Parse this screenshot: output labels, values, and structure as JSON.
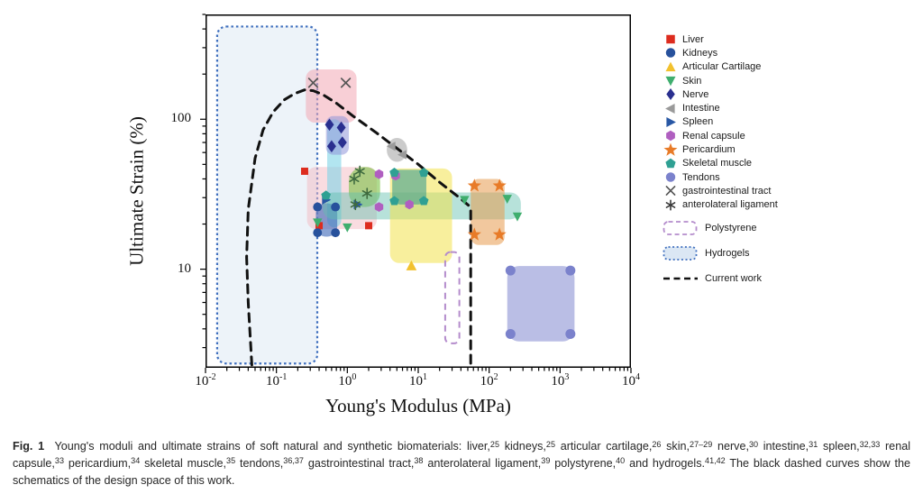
{
  "figure": {
    "caption_parts": [
      {
        "text": "Fig. 1",
        "bold": true
      },
      {
        "text": "  Young's moduli and ultimate strains of soft natural and synthetic biomaterials: liver,"
      },
      {
        "text": "25",
        "sup": true
      },
      {
        "text": " kidneys,"
      },
      {
        "text": "25",
        "sup": true
      },
      {
        "text": " articular cartilage,"
      },
      {
        "text": "26",
        "sup": true
      },
      {
        "text": " skin,"
      },
      {
        "text": "27–29",
        "sup": true
      },
      {
        "text": " nerve,"
      },
      {
        "text": "30",
        "sup": true
      },
      {
        "text": " intestine,"
      },
      {
        "text": "31",
        "sup": true
      },
      {
        "text": " spleen,"
      },
      {
        "text": "32,33",
        "sup": true
      },
      {
        "text": " renal capsule,"
      },
      {
        "text": "33",
        "sup": true
      },
      {
        "text": " pericardium,"
      },
      {
        "text": "34",
        "sup": true
      },
      {
        "text": " skeletal muscle,"
      },
      {
        "text": "35",
        "sup": true
      },
      {
        "text": " tendons,"
      },
      {
        "text": "36,37",
        "sup": true
      },
      {
        "text": " gastrointestinal tract,"
      },
      {
        "text": "38",
        "sup": true
      },
      {
        "text": " anterolateral ligament,"
      },
      {
        "text": "39",
        "sup": true
      },
      {
        "text": " polystyrene,"
      },
      {
        "text": "40",
        "sup": true
      },
      {
        "text": " and hydrogels."
      },
      {
        "text": "41,42",
        "sup": true
      },
      {
        "text": " The black dashed curves show the schematics of the design space of this work."
      }
    ]
  },
  "chart_data": {
    "type": "scatter",
    "title": "",
    "xlabel": "Young's Modulus (MPa)",
    "ylabel": "Ultimate Strain (%)",
    "x_scale": "log",
    "y_scale": "log",
    "xlim": [
      0.01,
      10000
    ],
    "ylim": [
      2.2,
      500
    ],
    "x_log_range": [
      -2,
      4
    ],
    "x_tick_exponents": [
      "-2",
      "-1",
      "0",
      "1",
      "2",
      "3",
      "4"
    ],
    "y_ticks": [
      100,
      10
    ],
    "grid": false,
    "legend_position": "right",
    "legend": {
      "items": [
        {
          "label": "Liver",
          "marker": "square",
          "color": "#dd2c1e"
        },
        {
          "label": "Kidneys",
          "marker": "circle",
          "color": "#27519c"
        },
        {
          "label": "Articular Cartilage",
          "marker": "triangle-up",
          "color": "#f2c12e"
        },
        {
          "label": "Skin",
          "marker": "triangle-down",
          "color": "#3fae6e"
        },
        {
          "label": "Nerve",
          "marker": "diamond",
          "color": "#2a2f8f"
        },
        {
          "label": "Intestine",
          "marker": "triangle-left",
          "color": "#9a9a9a"
        },
        {
          "label": "Spleen",
          "marker": "triangle-right",
          "color": "#2857a4"
        },
        {
          "label": "Renal capsule",
          "marker": "hexagon",
          "color": "#b05fc0"
        },
        {
          "label": "Pericardium",
          "marker": "star",
          "color": "#e87b28"
        },
        {
          "label": "Skeletal muscle",
          "marker": "pentagon",
          "color": "#2fa093"
        },
        {
          "label": "Tendons",
          "marker": "circle",
          "color": "#7b82cc"
        },
        {
          "label": "gastrointestinal tract",
          "marker": "cross",
          "color": "#555555"
        },
        {
          "label": "anterolateral ligament",
          "marker": "asterisk",
          "color": "#3a3a3a"
        }
      ],
      "special": [
        {
          "label": "Polystyrene",
          "swatch": "dashed-rect",
          "stroke": "#b48ccc",
          "fill": "none"
        },
        {
          "label": "Hydrogels",
          "swatch": "dotted-rect",
          "stroke": "#3f6fbe",
          "fill": "#dbe7f4"
        },
        {
          "label": "Current work",
          "swatch": "dash-line",
          "stroke": "#111111"
        }
      ]
    },
    "regions": [
      {
        "name": "hydrogels",
        "x": [
          0.0146,
          0.377
        ],
        "y": [
          2.35,
          415
        ],
        "fill": "#dbe7f4",
        "opacity": 0.5,
        "stroke": "#3f6fbe",
        "stroke_style": "dotted",
        "stroke_width": 2.2,
        "rx": 10
      },
      {
        "name": "gastrointestinal-tract",
        "x": [
          0.26,
          1.35
        ],
        "y": [
          95,
          215
        ],
        "fill": "#f2a8b4",
        "opacity": 0.55,
        "rx": 10
      },
      {
        "name": "liver",
        "x": [
          0.27,
          2.6
        ],
        "y": [
          18.5,
          48
        ],
        "fill": "#f4b9c2",
        "opacity": 0.5,
        "rx": 10
      },
      {
        "name": "cyan-column",
        "x": [
          0.52,
          0.82
        ],
        "y": [
          19,
          100
        ],
        "fill": "#7fd4e6",
        "opacity": 0.6,
        "rx": 8
      },
      {
        "name": "nerve",
        "x": [
          0.5,
          1.05
        ],
        "y": [
          58,
          105
        ],
        "fill": "#8f96d8",
        "opacity": 0.55,
        "rx": 8
      },
      {
        "name": "kidneys",
        "x": [
          0.36,
          0.72
        ],
        "y": [
          16.5,
          27.5
        ],
        "fill": "#3a66b8",
        "opacity": 0.6,
        "rx": 11
      },
      {
        "name": "anterolateral-ligament",
        "x": [
          1.05,
          2.9
        ],
        "y": [
          26,
          48
        ],
        "fill": "#79c143",
        "opacity": 0.6,
        "rx": 16
      },
      {
        "name": "skin-band",
        "x": [
          0.45,
          280
        ],
        "y": [
          21.5,
          32.5
        ],
        "fill": "#5fbfae",
        "opacity": 0.45,
        "rx": 12
      },
      {
        "name": "intestine",
        "shape": "ellipse",
        "x": [
          3.6,
          7
        ],
        "y": [
          52,
          75
        ],
        "fill": "#a8a8a8",
        "opacity": 0.6
      },
      {
        "name": "articular-cartilage",
        "x": [
          4,
          30
        ],
        "y": [
          11,
          47
        ],
        "fill": "#f3e14c",
        "opacity": 0.55,
        "rx": 10
      },
      {
        "name": "skeletal-muscle",
        "x": [
          4.3,
          13
        ],
        "y": [
          27,
          46
        ],
        "fill": "#3f9e8f",
        "opacity": 0.6,
        "rx": 9
      },
      {
        "name": "pericardium",
        "x": [
          55,
          165
        ],
        "y": [
          14.5,
          40
        ],
        "fill": "#e89a4f",
        "opacity": 0.55,
        "rx": 9
      },
      {
        "name": "tendons",
        "x": [
          180,
          1600
        ],
        "y": [
          3.3,
          10.5
        ],
        "fill": "#8289d0",
        "opacity": 0.55,
        "rx": 13
      },
      {
        "name": "polystyrene",
        "x": [
          24,
          38
        ],
        "y": [
          3.2,
          13
        ],
        "fill": "none",
        "opacity": 1,
        "stroke": "#b48ccc",
        "stroke_style": "dashed",
        "stroke_width": 2,
        "rx": 6
      }
    ],
    "markers": [
      {
        "name": "liver",
        "type": "square",
        "color": "#dd2c1e",
        "size": 8,
        "points": [
          [
            0.25,
            45
          ],
          [
            0.4,
            19.5
          ],
          [
            2.0,
            19.5
          ]
        ]
      },
      {
        "name": "kidneys",
        "type": "circle",
        "color": "#27519c",
        "size": 9,
        "points": [
          [
            0.38,
            26
          ],
          [
            0.68,
            26
          ],
          [
            0.38,
            17.5
          ],
          [
            0.68,
            17.5
          ]
        ]
      },
      {
        "name": "articular-cartilage",
        "type": "triangle-up",
        "color": "#f2c12e",
        "size": 10,
        "points": [
          [
            8,
            10.5
          ]
        ]
      },
      {
        "name": "skin",
        "type": "triangle-down",
        "color": "#3fae6e",
        "size": 9,
        "points": [
          [
            0.38,
            20.5
          ],
          [
            1.0,
            19
          ],
          [
            45,
            29
          ],
          [
            180,
            29.5
          ],
          [
            250,
            22.5
          ]
        ]
      },
      {
        "name": "nerve",
        "type": "diamond",
        "color": "#2a2f8f",
        "size": 10,
        "points": [
          [
            0.56,
            92
          ],
          [
            0.82,
            88
          ],
          [
            0.6,
            66
          ],
          [
            0.85,
            70
          ]
        ]
      },
      {
        "name": "intestine",
        "type": "triangle-left",
        "color": "#9a9a9a",
        "size": 9,
        "points": [
          [
            4.2,
            66
          ],
          [
            6,
            58
          ]
        ]
      },
      {
        "name": "spleen",
        "type": "triangle-right",
        "color": "#2857a4",
        "size": 9,
        "points": [
          [
            0.5,
            29
          ],
          [
            1.4,
            27
          ]
        ]
      },
      {
        "name": "renal-capsule",
        "type": "hexagon",
        "color": "#b05fc0",
        "size": 9,
        "points": [
          [
            2.8,
            43
          ],
          [
            2.8,
            26
          ],
          [
            4.8,
            42
          ],
          [
            7.5,
            27
          ]
        ]
      },
      {
        "name": "pericardium",
        "type": "star",
        "color": "#e87b28",
        "size": 11,
        "points": [
          [
            62,
            36
          ],
          [
            140,
            36
          ],
          [
            62,
            17
          ],
          [
            140,
            17
          ]
        ]
      },
      {
        "name": "skeletal-muscle",
        "type": "pentagon",
        "color": "#2fa093",
        "size": 9,
        "points": [
          [
            4.6,
            44
          ],
          [
            12,
            44
          ],
          [
            4.6,
            28.5
          ],
          [
            12,
            28.5
          ],
          [
            0.5,
            31
          ]
        ]
      },
      {
        "name": "tendons",
        "type": "circle",
        "color": "#7b82cc",
        "size": 10,
        "points": [
          [
            200,
            9.8
          ],
          [
            1400,
            9.8
          ],
          [
            200,
            3.7
          ],
          [
            1400,
            3.7
          ]
        ]
      },
      {
        "name": "gastrointestinal-tract",
        "type": "cross",
        "color": "#555555",
        "size": 10,
        "points": [
          [
            0.33,
            175
          ],
          [
            0.95,
            175
          ]
        ]
      },
      {
        "name": "anterolateral-ligament",
        "type": "asterisk",
        "color": "#3f6b3f",
        "size": 10,
        "points": [
          [
            1.25,
            40
          ],
          [
            1.9,
            32
          ],
          [
            1.3,
            27
          ],
          [
            1.5,
            45
          ]
        ]
      }
    ],
    "current_work_curve": {
      "color": "#111111",
      "dash": "9 7",
      "width": 3,
      "points": [
        [
          0.045,
          2.3
        ],
        [
          0.04,
          6
        ],
        [
          0.038,
          12
        ],
        [
          0.04,
          25
        ],
        [
          0.05,
          55
        ],
        [
          0.065,
          85
        ],
        [
          0.09,
          112
        ],
        [
          0.13,
          135
        ],
        [
          0.18,
          148
        ],
        [
          0.25,
          157
        ],
        [
          0.33,
          155
        ],
        [
          0.45,
          146
        ],
        [
          0.7,
          128
        ],
        [
          1.2,
          105
        ],
        [
          2.5,
          82
        ],
        [
          5,
          64
        ],
        [
          10,
          50
        ],
        [
          20,
          38
        ],
        [
          38,
          30
        ],
        [
          52,
          26.5
        ],
        [
          55,
          25
        ],
        [
          55,
          2.3
        ]
      ]
    }
  }
}
